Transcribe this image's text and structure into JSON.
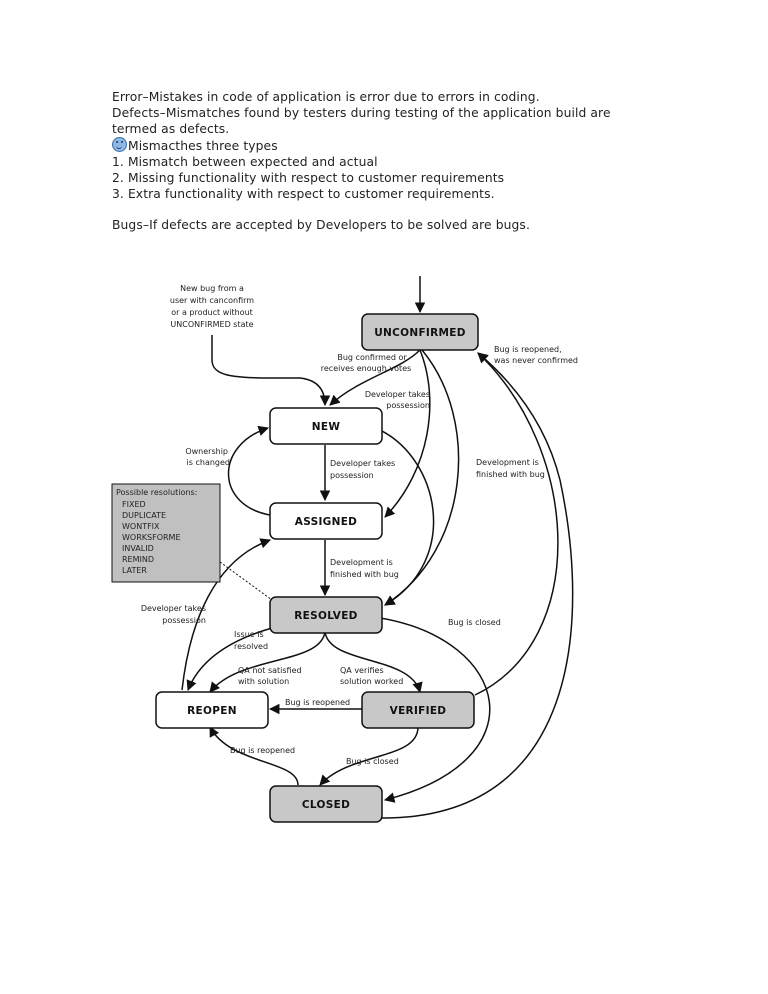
{
  "text": {
    "error_line": "Error–Mistakes in code of application is error due to errors in coding.",
    "defects_line1": "Defects–Mismatches found by testers during testing of the application build are",
    "defects_line2": "termed as defects.",
    "mismatch_title": "Mismacthes three types",
    "item1": "1. Mismatch between expected and actual",
    "item2": "2. Missing functionality with respect to customer requirements",
    "item3": "3. Extra functionality with respect to customer requirements.",
    "bugs_line": "Bugs–If defects are accepted by Developers to be solved are bugs."
  },
  "diagram": {
    "states": {
      "unconfirmed": "UNCONFIRMED",
      "new": "NEW",
      "assigned": "ASSIGNED",
      "resolved": "RESOLVED",
      "reopen": "REOPEN",
      "verified": "VERIFIED",
      "closed": "CLOSED"
    },
    "colors": {
      "white_state": "#ffffff",
      "grey_state": "#c8c8c8",
      "note": "#c0c0c0",
      "stroke": "#111111"
    },
    "annotations": {
      "new_bug": [
        "New bug from a",
        "user with canconfirm",
        "or a product without",
        "UNCONFIRMED state"
      ],
      "bug_confirmed": [
        "Bug confirmed or",
        "receives enough votes"
      ],
      "reopened_never_confirmed": [
        "Bug is reopened,",
        "was never confirmed"
      ],
      "dev_possession_top": [
        "Developer takes",
        "possession"
      ],
      "ownership": [
        "Ownership",
        "is changed"
      ],
      "dev_possession_mid": [
        "Developer takes",
        "possession"
      ],
      "dev_finished_right": [
        "Development is",
        "finished with bug"
      ],
      "dev_finished_mid": [
        "Development is",
        "finished with bug"
      ],
      "dev_possession_left": [
        "Developer takes",
        "possession"
      ],
      "issue_resolved": [
        "Issue is",
        "resolved"
      ],
      "bug_closed_right": [
        "Bug is closed"
      ],
      "qa_not_satisfied": [
        "QA not satisfied",
        "with solution"
      ],
      "qa_verifies": [
        "QA verifies",
        "solution worked"
      ],
      "bug_reopened_mid": [
        "Bug is reopened"
      ],
      "bug_reopened_low": [
        "Bug is reopened"
      ],
      "bug_closed_low": [
        "Bug is closed"
      ]
    },
    "resolutions": {
      "title": "Possible resolutions:",
      "items": [
        "FIXED",
        "DUPLICATE",
        "WONTFIX",
        "WORKSFORME",
        "INVALID",
        "REMIND",
        "LATER"
      ]
    }
  }
}
